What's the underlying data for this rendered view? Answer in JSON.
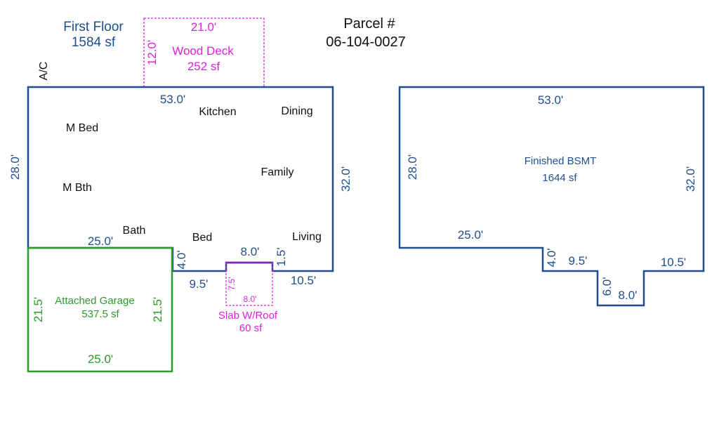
{
  "title": {
    "floor_name": "First Floor",
    "floor_area": "1584 sf",
    "parcel_label": "Parcel #",
    "parcel_number": "06-104-0027"
  },
  "colors": {
    "main_outline": "#1f4e8c",
    "deck_outline": "#e020e0",
    "garage_outline": "#2c9a2c",
    "slab_outline": "#6a2bb0",
    "room_label": "#111111"
  },
  "first_floor": {
    "ac_label": "A/C",
    "dims": {
      "top": "53.0'",
      "left": "28.0'",
      "right": "32.0'",
      "bottom_left": "25.0'",
      "step_down": "4.0'",
      "step_run": "9.5'",
      "slab_top": "8.0'",
      "slab_side": "1.5'",
      "bottom_right": "10.5'"
    },
    "rooms": {
      "m_bed": "M Bed",
      "kitchen": "Kitchen",
      "dining": "Dining",
      "m_bth": "M Bth",
      "family": "Family",
      "bath": "Bath",
      "bed": "Bed",
      "living": "Living"
    }
  },
  "wood_deck": {
    "label": "Wood Deck",
    "area": "252 sf",
    "width": "21.0'",
    "depth": "12.0'"
  },
  "garage": {
    "label": "Attached Garage",
    "area": "537.5 sf",
    "left_dim": "21.5'",
    "right_dim": "21.5'",
    "bottom_dim": "25.0'"
  },
  "slab": {
    "label": "Slab W/Roof",
    "area": "60 sf",
    "width": "8.0'",
    "depth": "7.5'"
  },
  "basement": {
    "label": "Finished BSMT",
    "area": "1644 sf",
    "dims": {
      "top": "53.0'",
      "left": "28.0'",
      "right": "32.0'",
      "bottom_left": "25.0'",
      "step_down": "4.0'",
      "step_run": "9.5'",
      "notch_depth": "6.0'",
      "notch_width": "8.0'",
      "bottom_right": "10.5'"
    }
  }
}
